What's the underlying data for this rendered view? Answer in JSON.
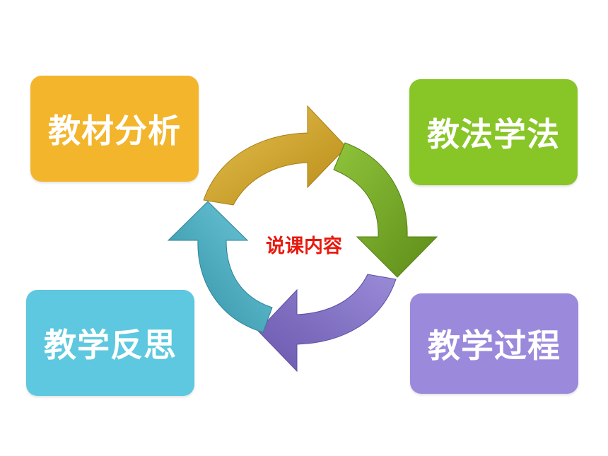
{
  "center": {
    "label": "说课内容"
  },
  "cards": {
    "top_left": {
      "label": "教材分析"
    },
    "top_right": {
      "label": "教法学法"
    },
    "bottom_left": {
      "label": "教学反思"
    },
    "bottom_right": {
      "label": "教学过程"
    }
  },
  "colors": {
    "center_text": "#e8190e",
    "top_left": "#f3b52c",
    "top_right": "#88c527",
    "bottom_left": "#5dc8df",
    "bottom_right": "#9b89dc",
    "arrow_gold": "#d7a72b",
    "arrow_green": "#6e9e1f",
    "arrow_purple": "#7c69bd",
    "arrow_teal": "#3ea4b9"
  }
}
